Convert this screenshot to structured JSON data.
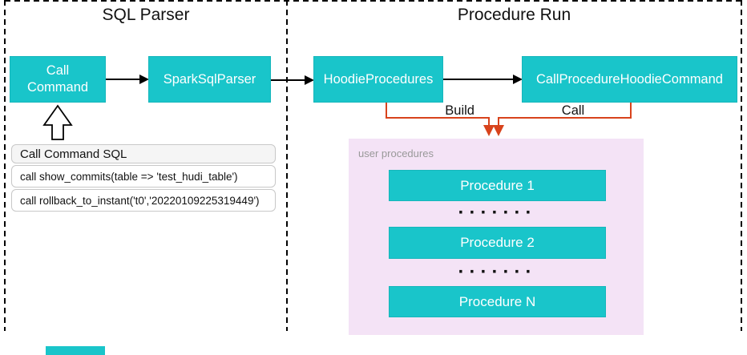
{
  "sections": {
    "sql_parser_title": "SQL Parser",
    "procedure_run_title": "Procedure Run"
  },
  "nodes": {
    "call_command": "Call Command",
    "spark_sql_parser": "SparkSqlParser",
    "hoodie_procedures": "HoodieProcedures",
    "call_procedure_hoodie_command": "CallProcedureHoodieCommand"
  },
  "edge_labels": {
    "build": "Build",
    "call": "Call"
  },
  "sql_examples": {
    "header": "Call Command SQL",
    "rows": [
      "call show_commits(table => 'test_hudi_table')",
      "call rollback_to_instant('t0','20220109225319449')"
    ]
  },
  "user_procedures": {
    "label": "user procedures",
    "items": [
      "Procedure 1",
      "Procedure 2",
      "Procedure N"
    ],
    "ellipsis": "·······"
  },
  "colors": {
    "node_fill": "#19c5ca",
    "connector_orange": "#d8431c",
    "user_procedures_bg": "#f4e3f6",
    "muted_label": "#999999",
    "sql_header_bg": "#f5f5f5",
    "border_gray": "#c8c8c8"
  }
}
